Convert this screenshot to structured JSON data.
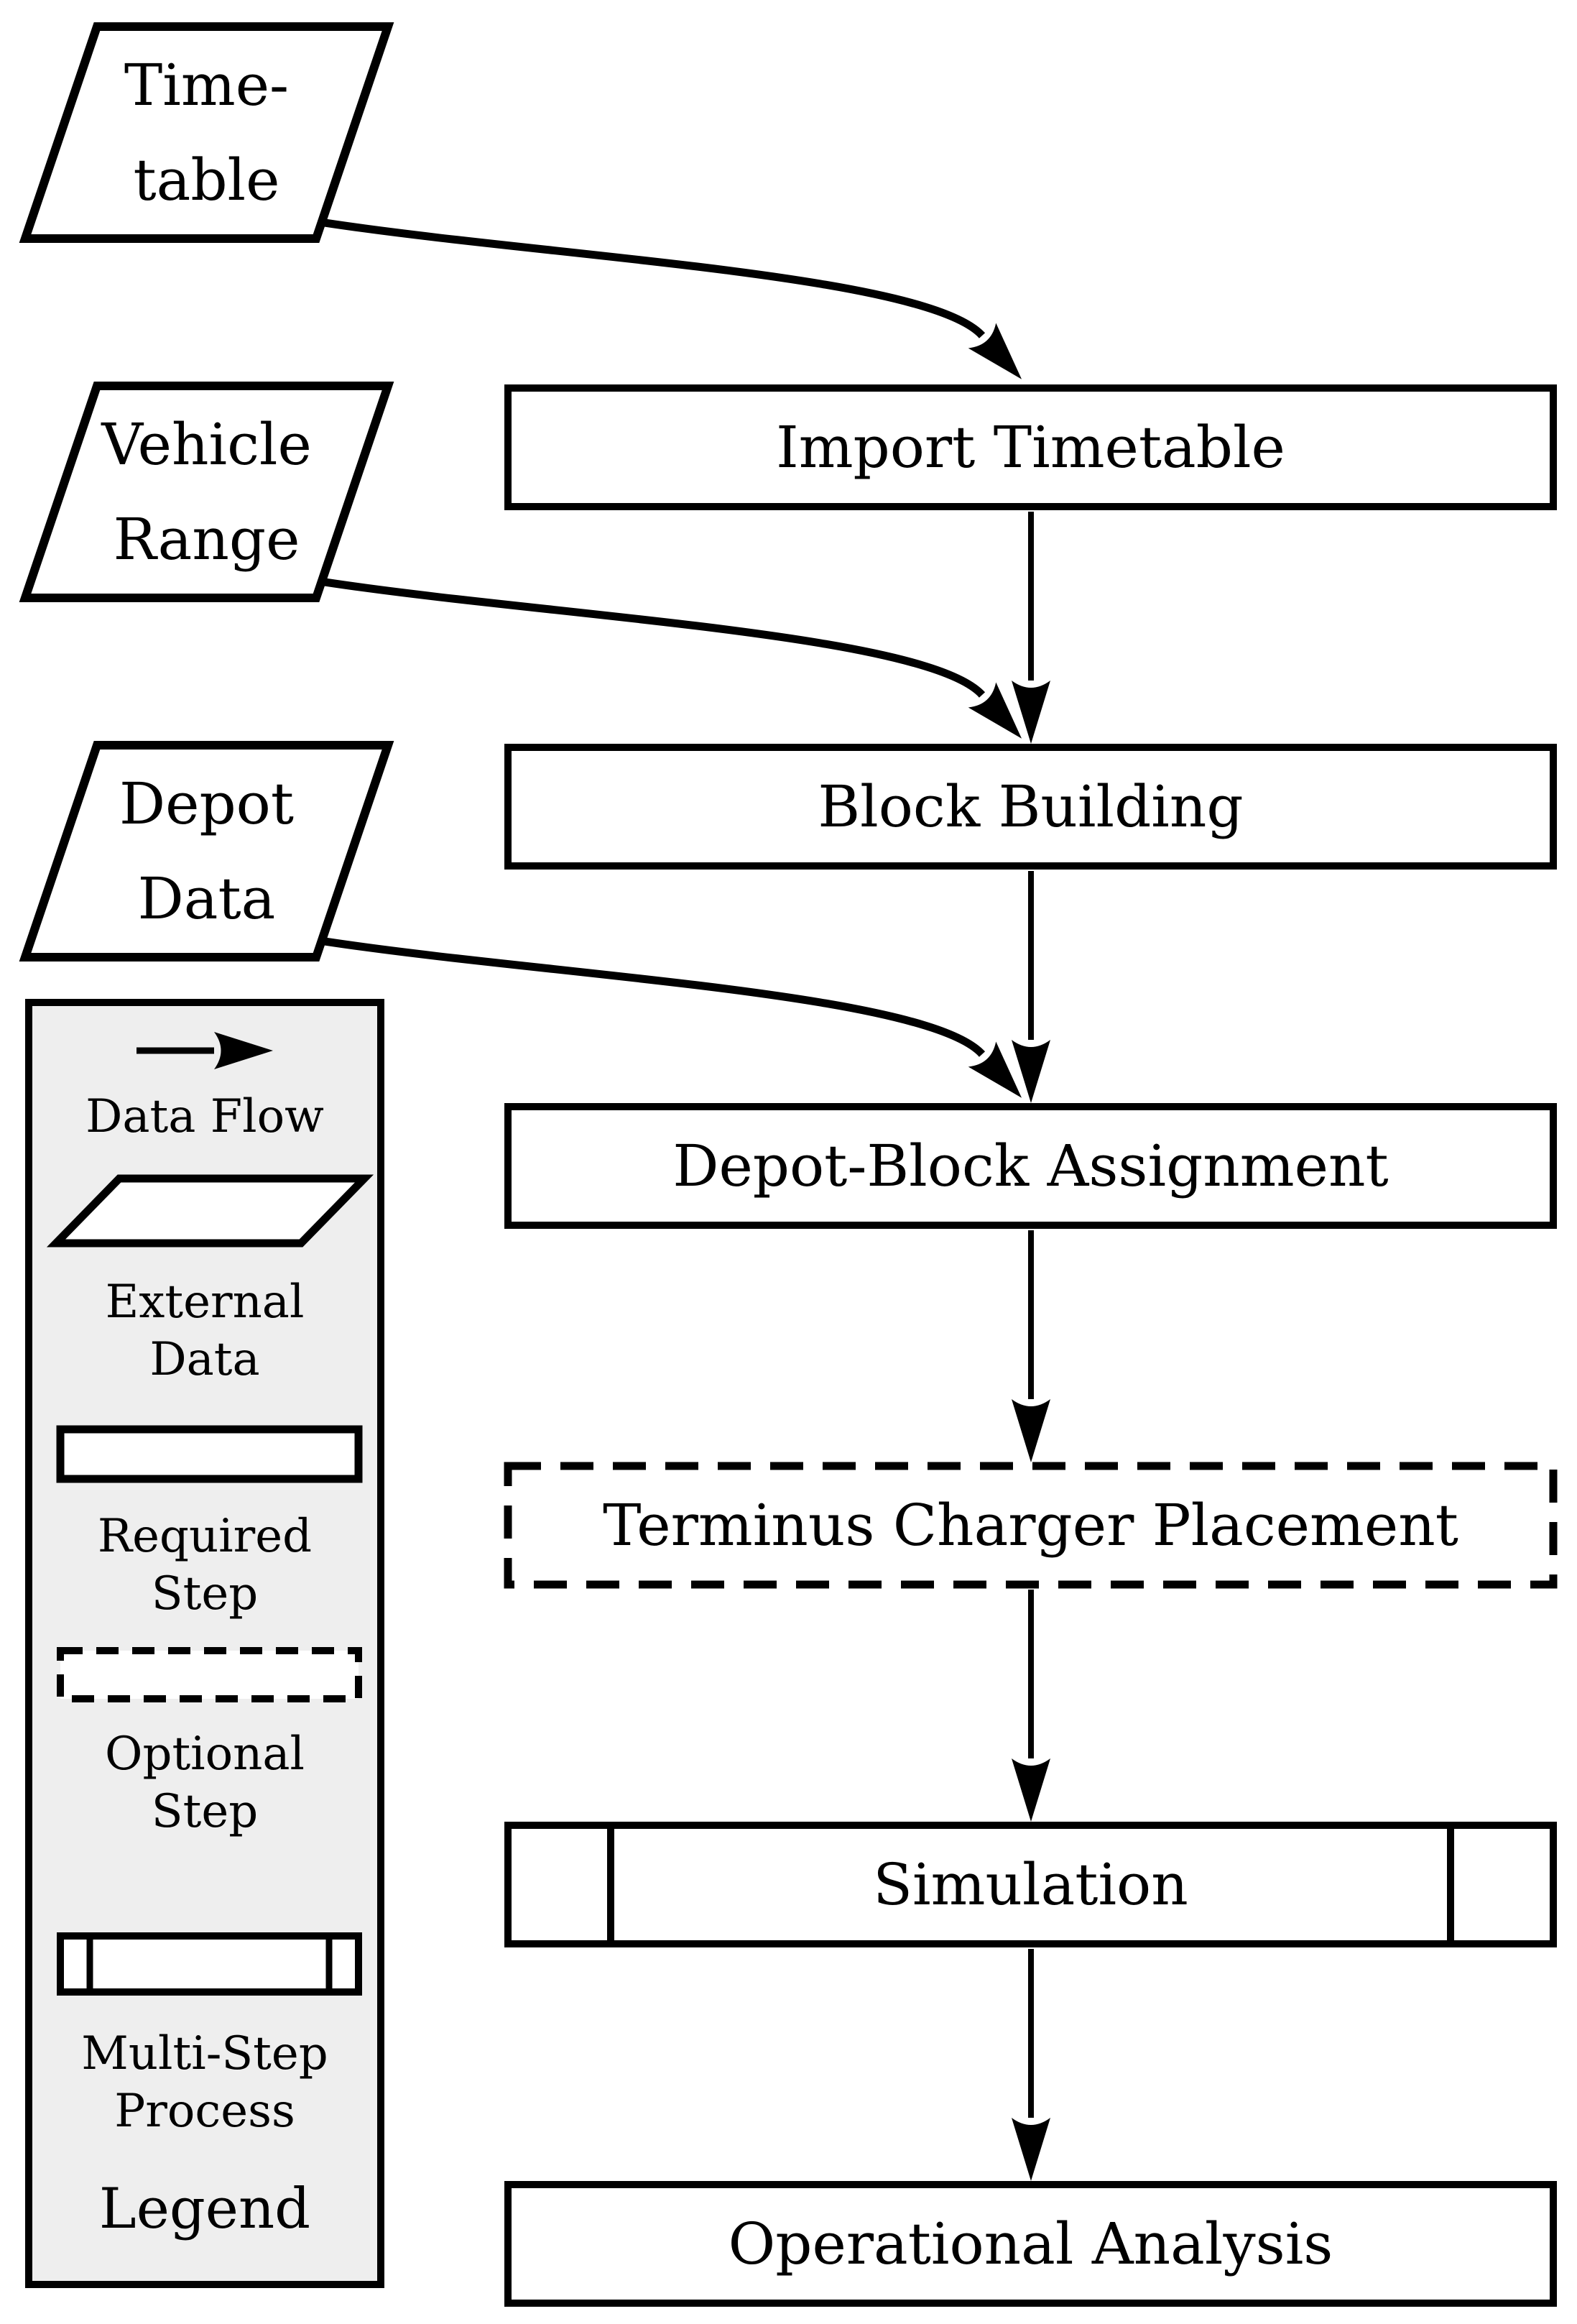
{
  "inputs": [
    {
      "id": "timetable",
      "line1": "Time-",
      "line2": "table"
    },
    {
      "id": "vehicle-range",
      "line1": "Vehicle",
      "line2": "Range"
    },
    {
      "id": "depot-data",
      "line1": "Depot",
      "line2": "Data"
    }
  ],
  "steps": [
    {
      "id": "import-timetable",
      "label": "Import Timetable",
      "type": "required"
    },
    {
      "id": "block-building",
      "label": "Block Building",
      "type": "required"
    },
    {
      "id": "depot-block-assignment",
      "label": "Depot-Block Assignment",
      "type": "required"
    },
    {
      "id": "terminus-charger-placement",
      "label": "Terminus Charger Placement",
      "type": "optional"
    },
    {
      "id": "simulation",
      "label": "Simulation",
      "type": "multi-step"
    },
    {
      "id": "operational-analysis",
      "label": "Operational Analysis",
      "type": "required"
    }
  ],
  "legend": {
    "title": "Legend",
    "items": [
      {
        "glyph": "data-flow-arrow",
        "line1": "Data Flow",
        "line2": ""
      },
      {
        "glyph": "parallelogram",
        "line1": "External",
        "line2": "Data"
      },
      {
        "glyph": "solid-rectangle",
        "line1": "Required",
        "line2": "Step"
      },
      {
        "glyph": "dashed-rectangle",
        "line1": "Optional",
        "line2": "Step"
      },
      {
        "glyph": "multi-step-rectangle",
        "line1": "Multi-Step",
        "line2": "Process"
      }
    ]
  },
  "colors": {
    "stroke": "#000000",
    "shape_fill": "#ffffff",
    "legend_background": "#eeeeee"
  }
}
